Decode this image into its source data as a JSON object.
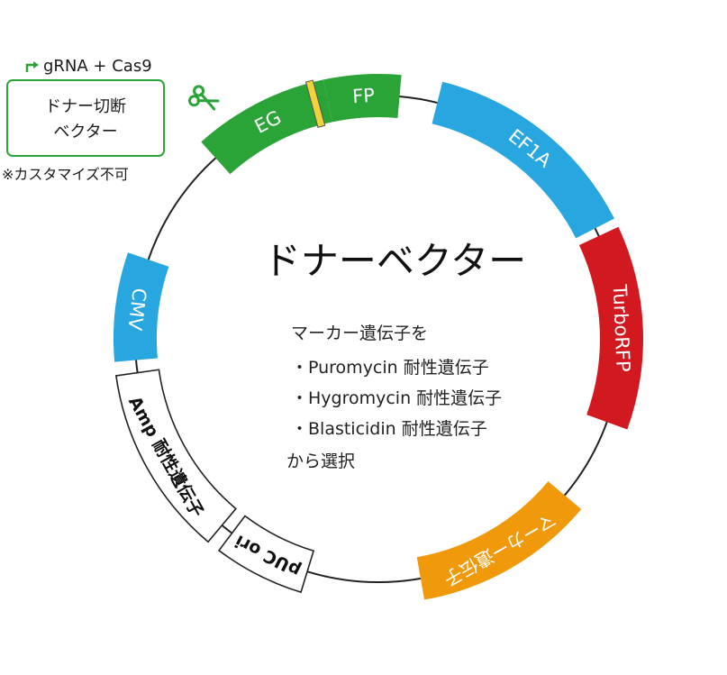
{
  "vector_title": "ドナーベクター",
  "donor_box": {
    "top_label": "gRNA + Cas9",
    "line1": "ドナー切断",
    "line2": "ベクター",
    "note": "※カスタマイズ不可"
  },
  "marker_description": {
    "intro": "マーカー遺伝子を",
    "bullets": [
      "・Puromycin 耐性遺伝子",
      "・Hygromycin 耐性遺伝子",
      "・Blasticidin 耐性遺伝子"
    ],
    "outro": "から選択"
  },
  "segments": [
    {
      "key": "egfp_left",
      "label": "EG",
      "start": 318,
      "end": 348,
      "color": "#2aa437",
      "text_color": "#ffffff",
      "outline": false
    },
    {
      "key": "egfp_right",
      "label": "FP",
      "start": 348,
      "end": 365,
      "color": "#2aa437",
      "text_color": "#ffffff",
      "outline": false
    },
    {
      "key": "ef1a",
      "label": "EF1A",
      "start": 14,
      "end": 63,
      "color": "#28a6df",
      "text_color": "#ffffff",
      "outline": false
    },
    {
      "key": "turborfp",
      "label": "TurboRFP",
      "start": 65,
      "end": 110,
      "color": "#d2191f",
      "text_color": "#ffffff",
      "outline": false
    },
    {
      "key": "marker",
      "label": "マーカー遺伝子",
      "start": 130,
      "end": 170,
      "color": "#f09a0b",
      "text_color": "#ffffff",
      "outline": false
    },
    {
      "key": "puc_ori",
      "label": "pUC ori",
      "start": 197,
      "end": 217,
      "color": "#ffffff",
      "text_color": "#111111",
      "outline": true
    },
    {
      "key": "amp",
      "label": "Amp 耐性遺伝子",
      "start": 220,
      "end": 262,
      "color": "#ffffff",
      "text_color": "#111111",
      "outline": true
    },
    {
      "key": "cmv",
      "label": "CMV",
      "start": 265,
      "end": 289,
      "color": "#28a6df",
      "text_color": "#ffffff",
      "outline": false
    }
  ],
  "cut_site_angle": 345,
  "colors": {
    "donor_box_border": "#2aa437",
    "arrow_green": "#2aa437",
    "cut_marker": "#f2d23a",
    "backbone": "#222222"
  },
  "icons": {
    "scissors": "scissors-icon",
    "promoter_arrow": "promoter-arrow-icon"
  }
}
